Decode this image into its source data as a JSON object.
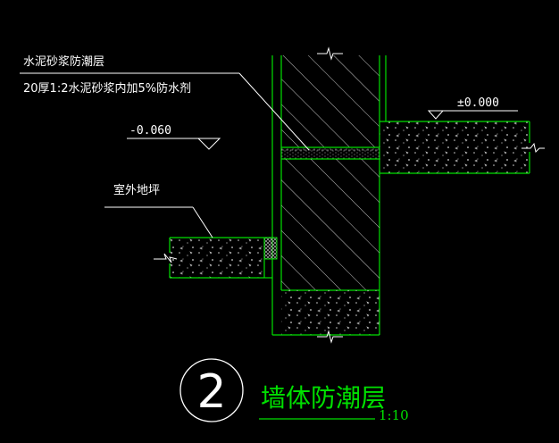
{
  "notes": {
    "layer_title": "水泥砂浆防潮层",
    "layer_spec": "20厚1:2水泥砂浆内加5%防水剂",
    "ground_label": "室外地坪"
  },
  "elevations": {
    "indoor": "±0.000",
    "damp_course": "-0.060"
  },
  "title_block": {
    "detail_number": "2",
    "title": "墙体防潮层",
    "scale": "1:10"
  },
  "colors": {
    "background": "#000000",
    "outline": "#00e000",
    "hatch": "#c8c8c8",
    "text": "#ffffff",
    "leader": "#ffffff"
  }
}
